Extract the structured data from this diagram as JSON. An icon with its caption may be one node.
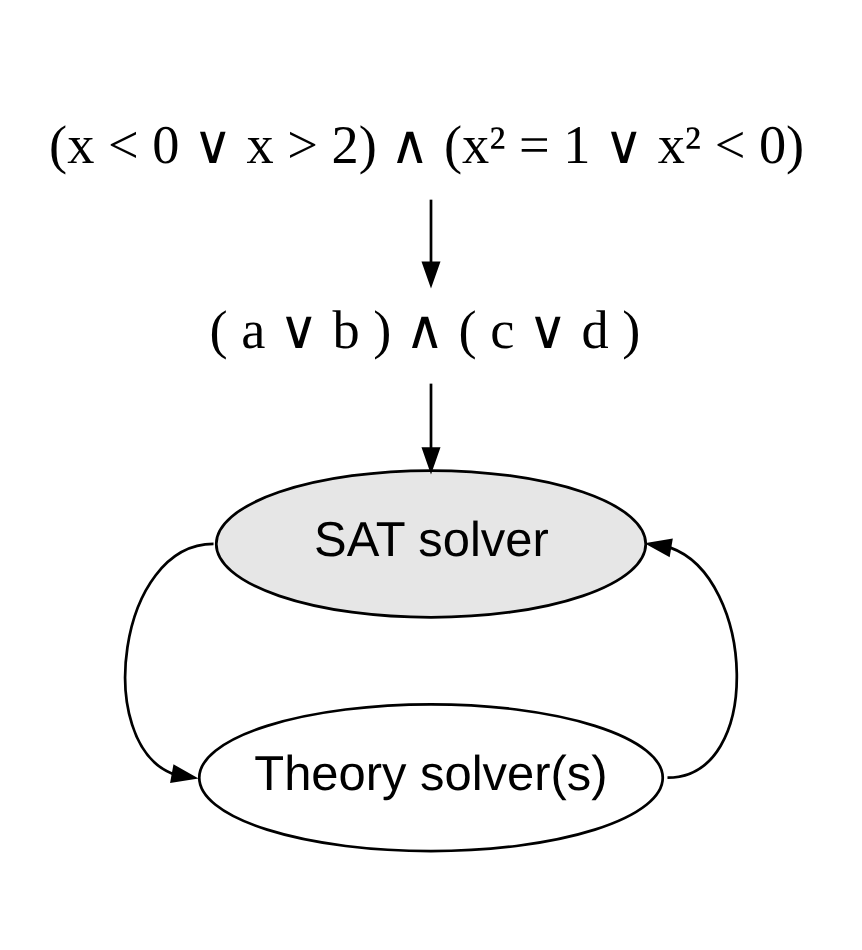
{
  "diagram": {
    "nodes": [
      {
        "text": [
          "(x < 0 ∨ x > 2) ∧ (x² = 1 ∨ x² < 0)"
        ]
      },
      {
        "text": [
          "( a ∨ b ) ∧ ( c ∨ d )"
        ]
      },
      {
        "text": [
          "SAT solver"
        ]
      },
      {
        "text": [
          "Theory solver(s)"
        ]
      }
    ],
    "edges": [
      {
        "from": 0,
        "to": 1,
        "arrow": "to"
      },
      {
        "from": 1,
        "to": 2,
        "arrow": "to"
      },
      {
        "from": 2,
        "to": 3,
        "arrow": "to"
      },
      {
        "from": 3,
        "to": 2,
        "arrow": "to"
      }
    ]
  }
}
